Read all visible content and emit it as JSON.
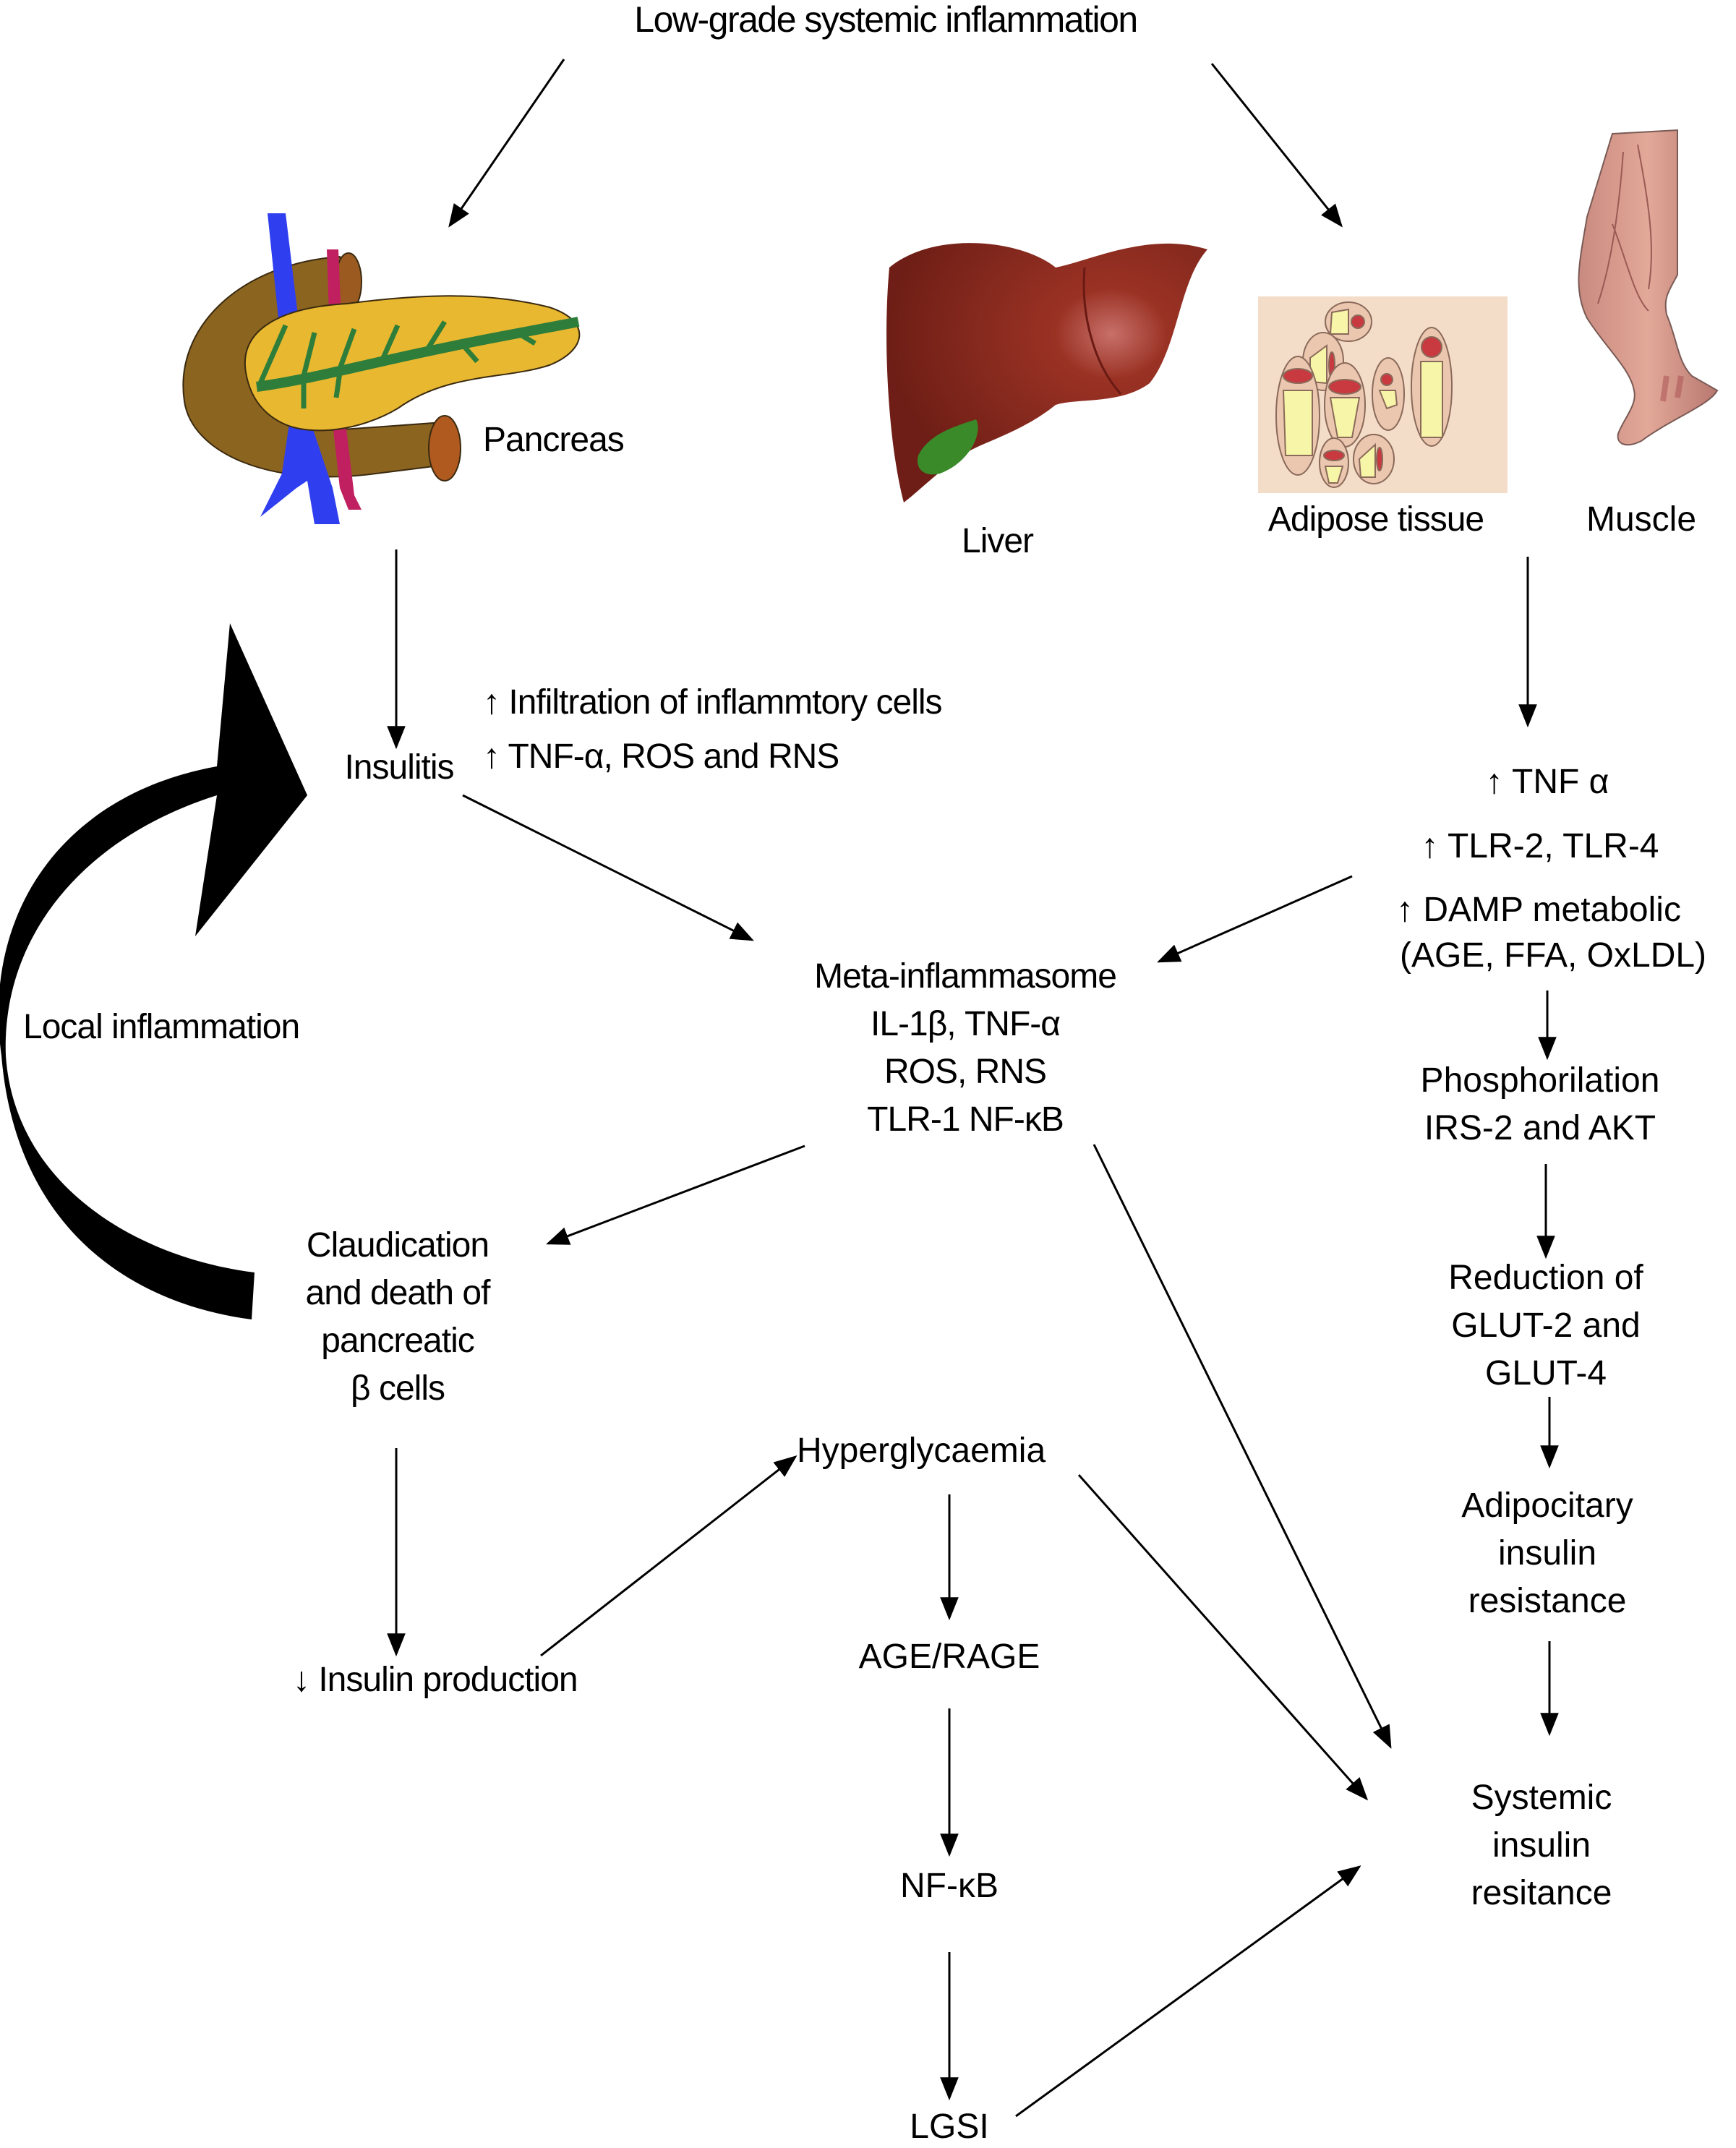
{
  "title": "Low-grade systemic inflammation",
  "organs": {
    "pancreas": "Pancreas",
    "liver": "Liver",
    "adipose": "Adipose tissue",
    "muscle": "Muscle"
  },
  "left_branch": {
    "insulitis": "Insulitis",
    "insulitis_effects": [
      "↑ Infiltration of inflammtory cells",
      "↑ TNF-α, ROS and RNS"
    ],
    "local_inflammation": "Local inflammation",
    "claudication": [
      "Claudication",
      "and death of",
      "pancreatic",
      "β cells"
    ],
    "insulin_production": "↓ Insulin production"
  },
  "center": {
    "meta_inflammasome": [
      "Meta-inflammasome",
      "IL-1β, TNF-α",
      "ROS, RNS",
      "TLR-1 NF-κB"
    ],
    "hyperglycaemia": "Hyperglycaemia",
    "age_rage": "AGE/RAGE",
    "nfkb": "NF-κB",
    "lgsi": "LGSI"
  },
  "right_branch": {
    "tnf": "↑ TNF α",
    "tlr": "↑ TLR-2, TLR-4",
    "damp": "↑ DAMP metabolic",
    "damp_detail": "(AGE, FFA, OxLDL)",
    "phosphorilation": [
      "Phosphorilation",
      "IRS-2 and AKT"
    ],
    "glut": [
      "Reduction of",
      "GLUT-2 and",
      "GLUT-4"
    ],
    "adipocitary": [
      "Adipocitary",
      "insulin",
      "resistance"
    ],
    "systemic": [
      "Systemic",
      "insulin",
      "resitance"
    ]
  },
  "colors": {
    "pancreas_body": "#E8B830",
    "pancreas_duct": "#2E7D3A",
    "duodenum": "#8B6420",
    "vein": "#2F3FF0",
    "artery": "#C02060",
    "liver": "#8E2A20",
    "gallbladder": "#3A8A2A",
    "adipose_bg": "#F3DCC8",
    "fat_droplet": "#F6F5A8",
    "nucleus": "#C83A40",
    "muscle": "#D89A90"
  }
}
